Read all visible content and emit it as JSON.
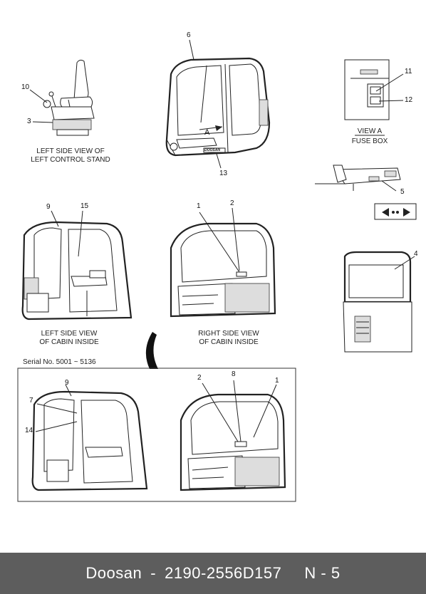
{
  "diagram": {
    "views": {
      "control_stand": [
        "LEFT SIDE VIEW OF",
        "LEFT CONTROL STAND"
      ],
      "view_a": [
        "VIEW  A",
        "FUSE BOX"
      ],
      "left_cabin": [
        "LEFT SIDE VIEW",
        "OF CABIN INSIDE"
      ],
      "right_cabin": [
        "RIGHT SIDE VIEW",
        "OF CABIN INSIDE"
      ]
    },
    "serial_note": "Serial No. 5001 ~ 5136",
    "view_marker": "A",
    "door_logo": "DOOSAN",
    "callouts": {
      "c1": "1",
      "c2": "2",
      "c3": "3",
      "c4": "4",
      "c5": "5",
      "c6": "6",
      "c7": "7",
      "c8": "8",
      "c9": "9",
      "c10": "10",
      "c11": "11",
      "c12": "12",
      "c13": "13",
      "c14": "14",
      "c15": "15",
      "c9b": "9",
      "c2b": "2",
      "c1b": "1"
    }
  },
  "footer": {
    "brand": "Doosan",
    "separator": "-",
    "part_number": "2190-2556D157",
    "page": "N - 5"
  }
}
